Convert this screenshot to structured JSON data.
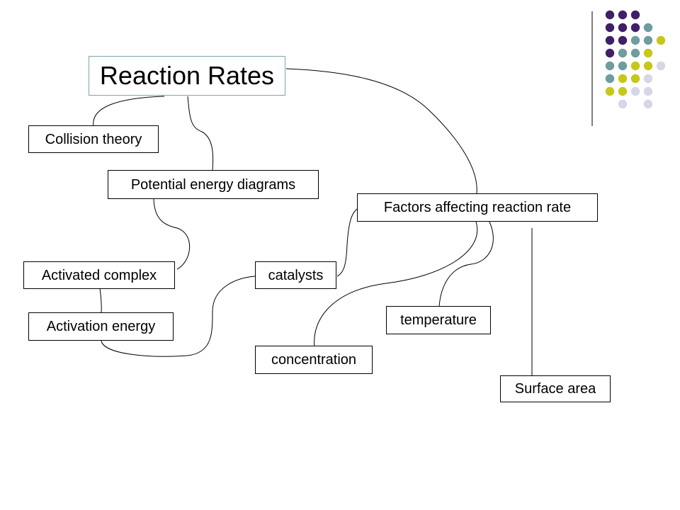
{
  "title": "Reaction Rates",
  "nodes": {
    "collision_theory": "Collision theory",
    "potential_energy_diagrams": "Potential energy diagrams",
    "activated_complex": "Activated complex",
    "activation_energy": "Activation energy",
    "catalysts": "catalysts",
    "factors": "Factors affecting reaction rate",
    "temperature": "temperature",
    "concentration": "concentration",
    "surface_area": "Surface area"
  },
  "colors": {
    "title_border": "#7fa3aa",
    "dot_purple": "#3f1f67",
    "dot_teal": "#6f9c9e",
    "dot_yellow": "#c7c719",
    "dot_lavender": "#d6d6e8",
    "divider": "#555555"
  }
}
